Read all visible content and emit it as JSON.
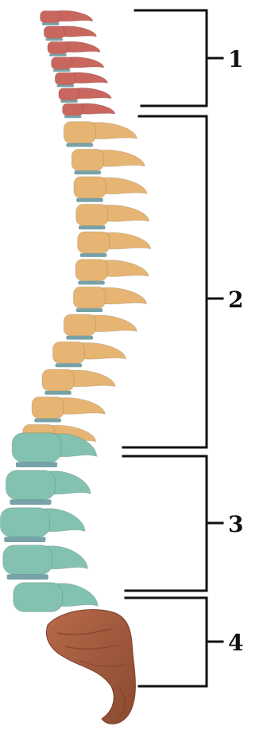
{
  "colors": {
    "region_1": "#c9675f",
    "region_2": "#e7b573",
    "region_3": "#83c2b0",
    "region_4": "#a55a3a",
    "disc": "#5f9298",
    "bracket": "#111111"
  },
  "regions": [
    {
      "label": "1",
      "vertebra_count": 7
    },
    {
      "label": "2",
      "vertebra_count": 12
    },
    {
      "label": "3",
      "vertebra_count": 5
    },
    {
      "label": "4"
    }
  ]
}
